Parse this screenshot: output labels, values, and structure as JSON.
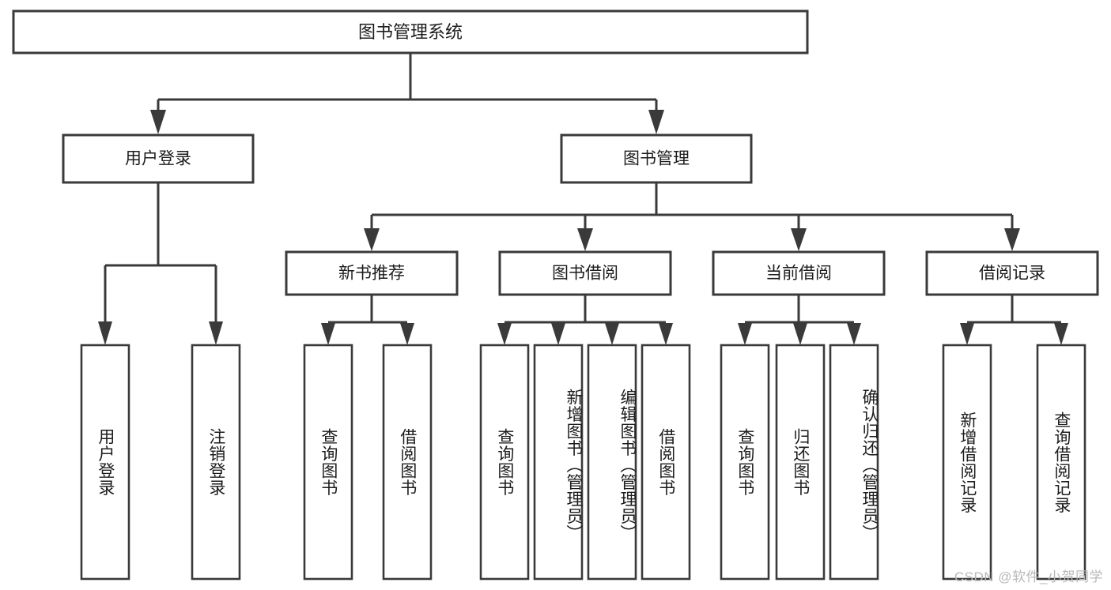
{
  "diagram": {
    "type": "hierarchy-tree",
    "title": "图书管理系统",
    "root": {
      "label": "图书管理系统"
    },
    "level2": [
      {
        "label": "用户登录"
      },
      {
        "label": "图书管理"
      }
    ],
    "level3": [
      {
        "label": "新书推荐"
      },
      {
        "label": "图书借阅"
      },
      {
        "label": "当前借阅"
      },
      {
        "label": "借阅记录"
      }
    ],
    "leaves": {
      "user_login": [
        {
          "label": "用户登录"
        },
        {
          "label": "注销登录"
        }
      ],
      "new_book_recommend": [
        {
          "label": "查询图书"
        },
        {
          "label": "借阅图书"
        }
      ],
      "book_borrow": [
        {
          "label": "查询图书"
        },
        {
          "label": "新增图书（管理员）"
        },
        {
          "label": "编辑图书（管理员）"
        },
        {
          "label": "借阅图书"
        }
      ],
      "current_borrow": [
        {
          "label": "查询图书"
        },
        {
          "label": "归还图书"
        },
        {
          "label": "确认归还（管理员）"
        }
      ],
      "borrow_record": [
        {
          "label": "新增借阅记录"
        },
        {
          "label": "查询借阅记录"
        }
      ]
    }
  },
  "watermark": {
    "text": "CSDN @软件_小贺同学"
  },
  "colors": {
    "stroke": "#3a3a3a",
    "fill": "#ffffff",
    "text": "#1c1c1c",
    "watermark": "#b9b9b9"
  }
}
